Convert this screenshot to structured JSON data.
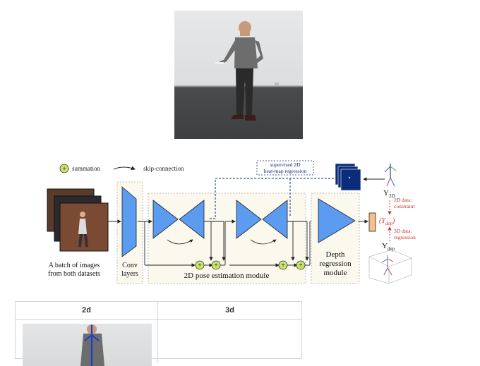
{
  "legend": {
    "summation": "summation",
    "skip_connection": "skip-connection"
  },
  "labels": {
    "batch_line1": "A batch of images",
    "batch_line2": "from both datasets",
    "conv_line1": "Conv",
    "conv_line2": "layers",
    "pose_module": "2D pose estimation module",
    "depth_line1": "Depth",
    "depth_line2": "regression",
    "depth_line3": "module",
    "heatmap_line1": "supervised 2D",
    "heatmap_line2": "heat-map regression",
    "y2d": "Y",
    "y2d_sub": "2D",
    "ydep_box": "Y",
    "ydep_box_sub": "dep",
    "ydep": "Y",
    "ydep_sub": "dep",
    "data2d_line1": "2D data:",
    "data2d_line2": "constraint",
    "data3d_line1": "3D data:",
    "data3d_line2": "regression"
  },
  "table": {
    "headers": [
      "2d",
      "3d"
    ]
  },
  "colors": {
    "module_blue": "#5b9bf0",
    "summation_green": "#c8e26b",
    "depth_output": "#f5c08a",
    "arrow_red": "#cc3333",
    "heatmap_navy": "#0b2c7a"
  }
}
